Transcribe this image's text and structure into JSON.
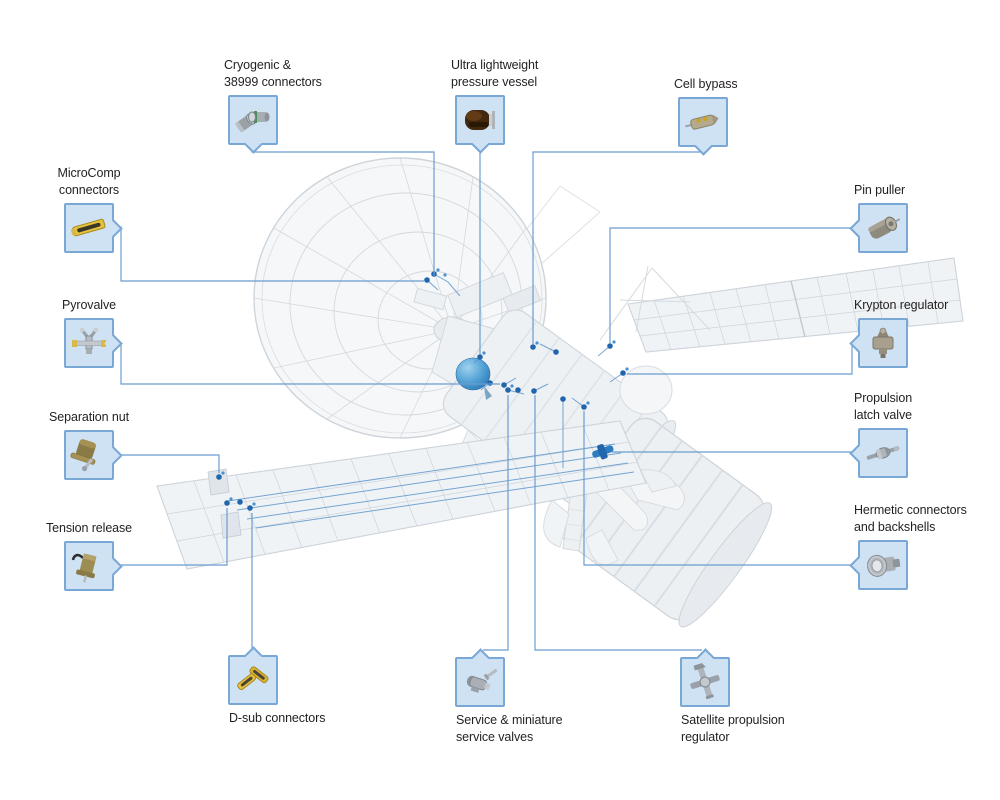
{
  "diagram": {
    "subject": "satellite-components-overview",
    "colors": {
      "background": "#ffffff",
      "callout_box_fill": "#cfe2f3",
      "callout_box_border": "#79a7d6",
      "callout_line": "#6b9cd0",
      "component_marker": "#2166ac",
      "highlight_blue": "#4a90d0",
      "label_text": "#231f20"
    }
  },
  "callouts": [
    {
      "id": "cryogenic-38999-connectors",
      "label": "Cryogenic &\n38999 connectors",
      "icon": "circular-connectors-icon"
    },
    {
      "id": "ultra-lightweight-pressure-vessel",
      "label": "Ultra lightweight\npressure vessel",
      "icon": "pressure-vessel-icon"
    },
    {
      "id": "cell-bypass",
      "label": "Cell bypass",
      "icon": "cell-bypass-icon"
    },
    {
      "id": "microcomp-connectors",
      "label": "MicroComp\nconnectors",
      "icon": "microcomp-connector-icon"
    },
    {
      "id": "pyrovalve",
      "label": "Pyrovalve",
      "icon": "pyrovalve-icon"
    },
    {
      "id": "separation-nut",
      "label": "Separation nut",
      "icon": "separation-nut-icon"
    },
    {
      "id": "tension-release",
      "label": "Tension release",
      "icon": "tension-release-icon"
    },
    {
      "id": "pin-puller",
      "label": "Pin puller",
      "icon": "pin-puller-icon"
    },
    {
      "id": "krypton-regulator",
      "label": "Krypton regulator",
      "icon": "krypton-regulator-icon"
    },
    {
      "id": "propulsion-latch-valve",
      "label": "Propulsion\nlatch valve",
      "icon": "latch-valve-icon"
    },
    {
      "id": "hermetic-connectors-backshells",
      "label": "Hermetic connectors\nand backshells",
      "icon": "hermetic-connector-icon"
    },
    {
      "id": "d-sub-connectors",
      "label": "D-sub connectors",
      "icon": "d-sub-connectors-icon"
    },
    {
      "id": "service-miniature-valves",
      "label": "Service & miniature\nservice valves",
      "icon": "service-valve-icon"
    },
    {
      "id": "satellite-propulsion-regulator",
      "label": "Satellite propulsion\nregulator",
      "icon": "propulsion-regulator-icon"
    }
  ]
}
